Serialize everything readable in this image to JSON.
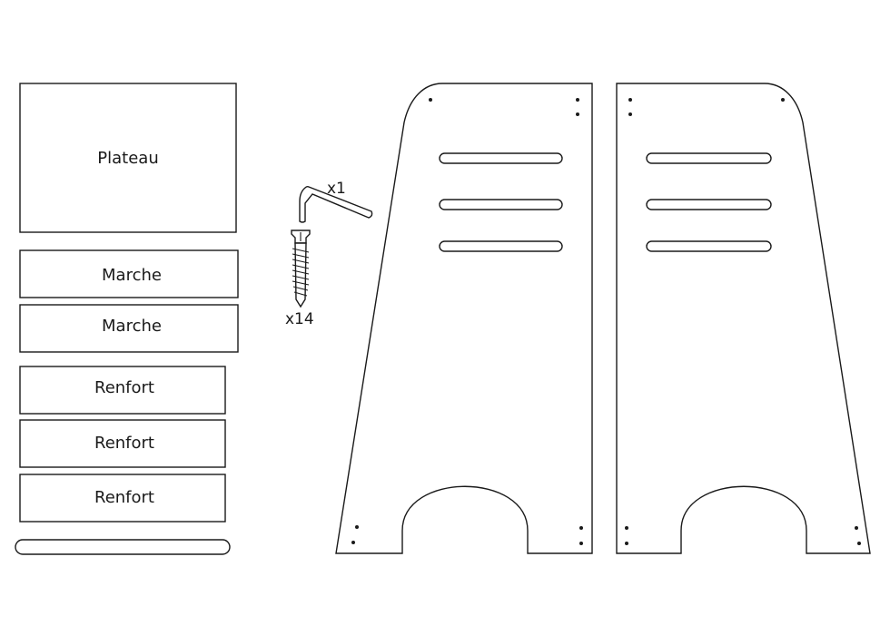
{
  "parts": {
    "plateau": "Plateau",
    "marche_1": "Marche",
    "marche_2": "Marche",
    "renfort_1": "Renfort",
    "renfort_2": "Renfort",
    "renfort_3": "Renfort"
  },
  "hardware": {
    "allen_key_qty": "x1",
    "screw_qty": "x14"
  },
  "colors": {
    "line": "#1a1a1a",
    "background": "#ffffff"
  }
}
